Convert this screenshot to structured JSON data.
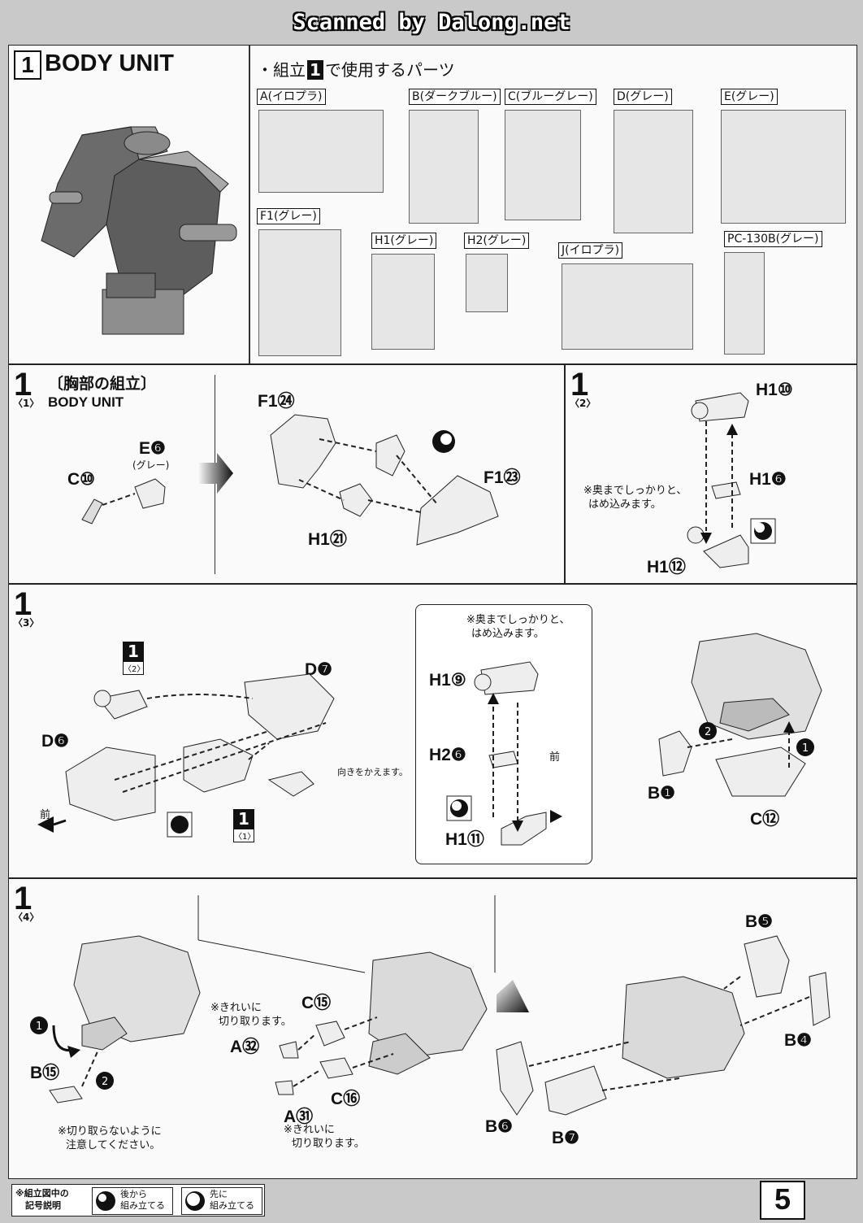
{
  "header": {
    "scan_credit": "Scanned by Dalong.net",
    "page_number": "5"
  },
  "section_title": {
    "num": "1",
    "title": "BODY UNIT"
  },
  "parts_heading": "・組立",
  "parts_heading_num": "1",
  "parts_heading_suffix": "で使用するパーツ",
  "runners": [
    {
      "label": "A(イロプラ)"
    },
    {
      "label": "B(ダークブルー)"
    },
    {
      "label": "C(ブルーグレー)"
    },
    {
      "label": "D(グレー)"
    },
    {
      "label": "E(グレー)"
    },
    {
      "label": "F1(グレー)"
    },
    {
      "label": "H1(グレー)"
    },
    {
      "label": "H2(グレー)"
    },
    {
      "label": "J(イロプラ)"
    },
    {
      "label": "PC-130B(グレー)"
    }
  ],
  "step1": {
    "num": "1",
    "sub": "〈1〉",
    "title": "〔胸部の組立〕",
    "subtitle": "BODY UNIT",
    "labels": {
      "c10": "C⑩",
      "e6": "E❻",
      "gray": "(グレー)",
      "f1_24": "F1㉔",
      "f1_23": "F1㉓",
      "h1_21": "H1㉑"
    }
  },
  "step2": {
    "num": "1",
    "sub": "〈2〉",
    "labels": {
      "h1_10": "H1⑩",
      "h1_6": "H1❻",
      "h1_12": "H1⑫"
    },
    "note": [
      "※奥までしっかりと、",
      "はめ込みます。"
    ]
  },
  "step3": {
    "num": "1",
    "sub": "〈3〉",
    "labels": {
      "ref1": "1",
      "ref1_sub": "〈2〉",
      "d7": "D❼",
      "d6": "D❻",
      "front": "前",
      "turn": "向きをかえます。",
      "ref2": "1",
      "ref2_sub": "〈1〉"
    },
    "inset": {
      "note": [
        "※奥までしっかりと、",
        "はめ込みます。"
      ],
      "h1_9": "H1⑨",
      "h2_6": "H2❻",
      "h1_11": "H1⑪",
      "front": "前"
    },
    "right": {
      "b1": "B❶",
      "c12": "C⑫",
      "n1": "1",
      "n2": "2"
    }
  },
  "step4": {
    "num": "1",
    "sub": "〈4〉",
    "labels": {
      "n1": "1",
      "n2": "2",
      "b15": "B⑮",
      "c15": "C⑮",
      "a32": "A㉜",
      "c16": "C⑯",
      "a31": "A㉛",
      "b5": "B❺",
      "b4": "B❹",
      "b6": "B❻",
      "b7": "B❼"
    },
    "note_cut1": [
      "※きれいに",
      "切り取ります。"
    ],
    "note_cut2": [
      "※きれいに",
      "切り取ります。"
    ],
    "note_nocut": [
      "※切り取らないように",
      "注意してください。"
    ]
  },
  "legend": {
    "title": [
      "※組立図中の",
      "記号説明"
    ],
    "after": [
      "後から",
      "組み立てる"
    ],
    "before": [
      "先に",
      "組み立てる"
    ]
  }
}
